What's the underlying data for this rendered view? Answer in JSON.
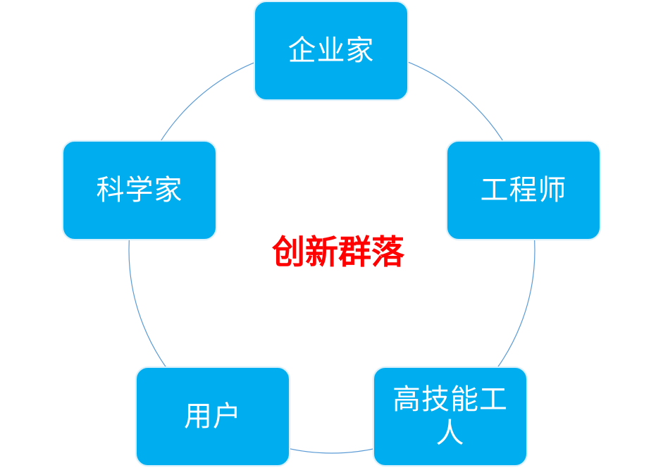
{
  "diagram": {
    "center_title": "创新群落",
    "colors": {
      "node_fill": "#00AEEF",
      "node_border": "#D8F0FB",
      "ring": "#5B9BD5",
      "center_title": "#FF0000"
    },
    "nodes": {
      "entrepreneur": "企业家",
      "engineer": "工程师",
      "skilled_worker": "高技能工人",
      "user": "用户",
      "scientist": "科学家"
    }
  }
}
